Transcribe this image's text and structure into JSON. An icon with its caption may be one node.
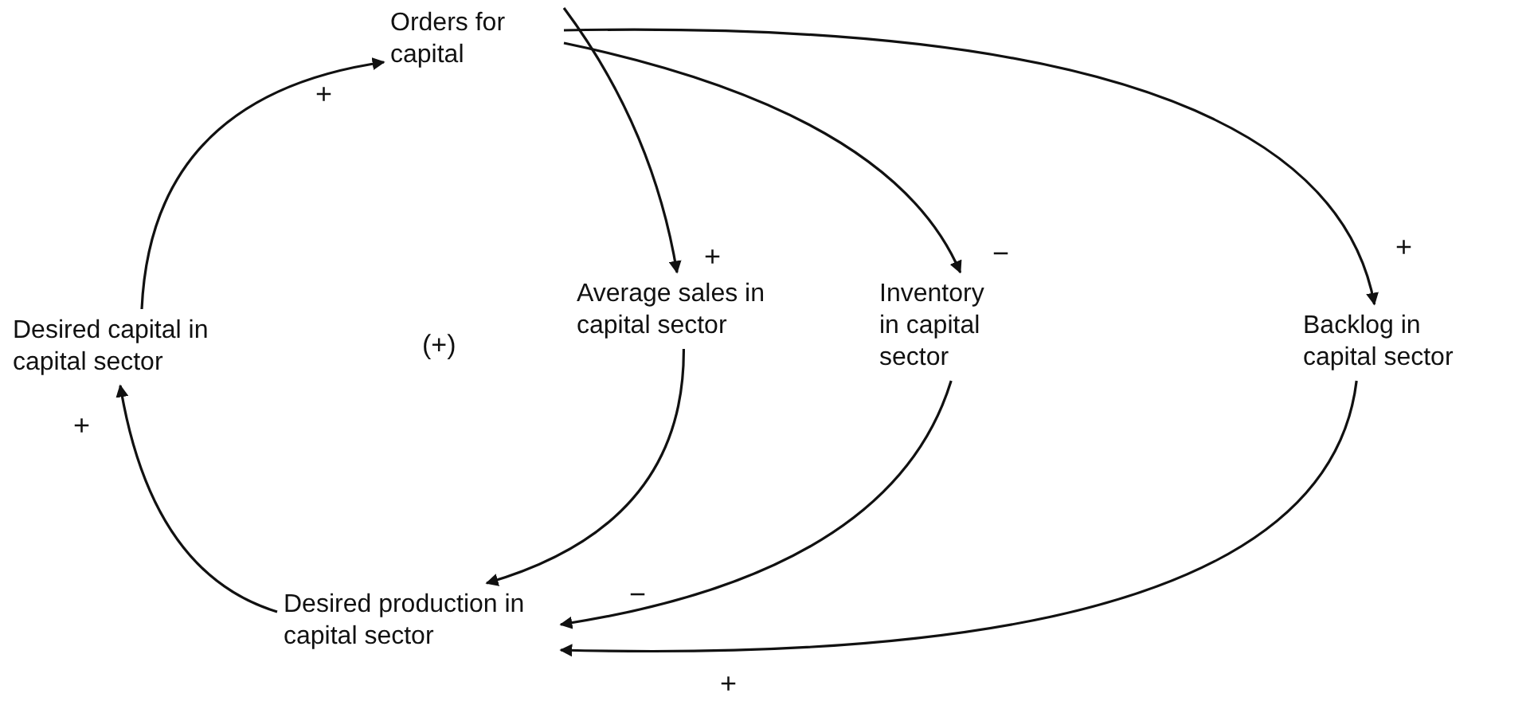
{
  "diagram": {
    "nodes": [
      {
        "text": [
          "Orders for capital"
        ]
      },
      {
        "text": [
          "Average sales in capital sector"
        ]
      },
      {
        "text": [
          "Inventory in capital sector"
        ]
      },
      {
        "text": [
          "Backlog in capital sector"
        ]
      },
      {
        "text": [
          "Desired production in capital sector"
        ]
      },
      {
        "text": [
          "Desired capital in capital sector"
        ]
      }
    ],
    "edges": [
      {
        "from": 5,
        "to": 0,
        "arrow": "to",
        "label": "+"
      },
      {
        "from": 0,
        "to": 1,
        "arrow": "to",
        "label": "+"
      },
      {
        "from": 0,
        "to": 2,
        "arrow": "to",
        "label": "−"
      },
      {
        "from": 0,
        "to": 3,
        "arrow": "to",
        "label": "+"
      },
      {
        "from": 1,
        "to": 4,
        "arrow": "to"
      },
      {
        "from": 2,
        "to": 4,
        "arrow": "to",
        "label": "−"
      },
      {
        "from": 3,
        "to": 4,
        "arrow": "to",
        "label": "+"
      },
      {
        "from": 4,
        "to": 5,
        "arrow": "to",
        "label": "+"
      }
    ],
    "labels": [
      "(+)"
    ]
  }
}
